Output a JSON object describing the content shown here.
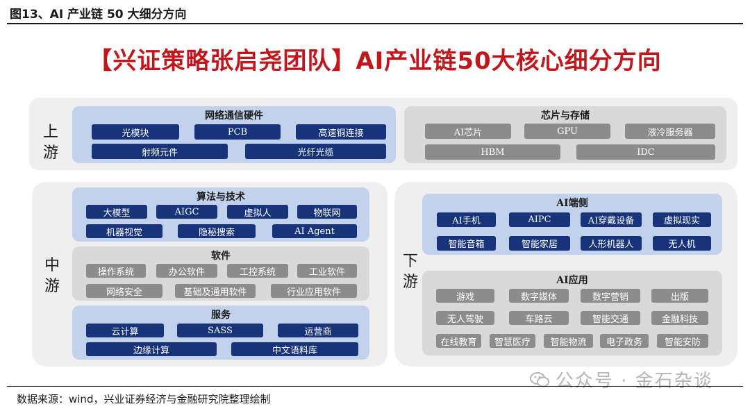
{
  "figure_title": "图13、AI 产业链 50 大细分方向",
  "main_title": "【兴证策略张启尧团队】AI产业链50大核心细分方向",
  "sections": {
    "upstream": {
      "label": "上游",
      "network": {
        "title": "网络通信硬件",
        "items": [
          "光模块",
          "PCB",
          "高速铜连接",
          "射频元件",
          "光纤光缆"
        ]
      },
      "chips": {
        "title": "芯片与存储",
        "items": [
          "AI芯片",
          "GPU",
          "液冷服务器",
          "HBM",
          "IDC"
        ]
      }
    },
    "midstream": {
      "label": "中游",
      "algorithm": {
        "title": "算法与技术",
        "items": [
          "大模型",
          "AIGC",
          "虚拟人",
          "物联网",
          "机器视觉",
          "隐秘搜索",
          "AI Agent"
        ]
      },
      "software": {
        "title": "软件",
        "items": [
          "操作系统",
          "办公软件",
          "工控系统",
          "工业软件",
          "网络安全",
          "基础及通用软件",
          "行业应用软件"
        ]
      },
      "service": {
        "title": "服务",
        "items": [
          "云计算",
          "SASS",
          "运营商",
          "边缘计算",
          "中文语料库"
        ]
      }
    },
    "downstream": {
      "label": "下游",
      "device": {
        "title": "AI端侧",
        "items": [
          "AI手机",
          "AIPC",
          "AI穿戴设备",
          "虚拟现实",
          "智能音箱",
          "智能家居",
          "人形机器人",
          "无人机"
        ]
      },
      "application": {
        "title": "AI应用",
        "items": [
          "游戏",
          "数字媒体",
          "数字营销",
          "出版",
          "无人驾驶",
          "车路云",
          "智能交通",
          "金融科技",
          "在线教育",
          "智慧医疗",
          "智能物流",
          "电子政务",
          "智能安防"
        ]
      }
    }
  },
  "source": "数据来源：wind，兴业证券经济与金融研究院整理绘制",
  "watermark": "公众号 · 金石杂谈",
  "colors": {
    "title_red": "#c0161c",
    "chip_blue": "#17337a",
    "chip_grey": "#8c8c8c",
    "panel_blue": "#c3d2ec",
    "panel_grey": "#d9d9d9"
  }
}
